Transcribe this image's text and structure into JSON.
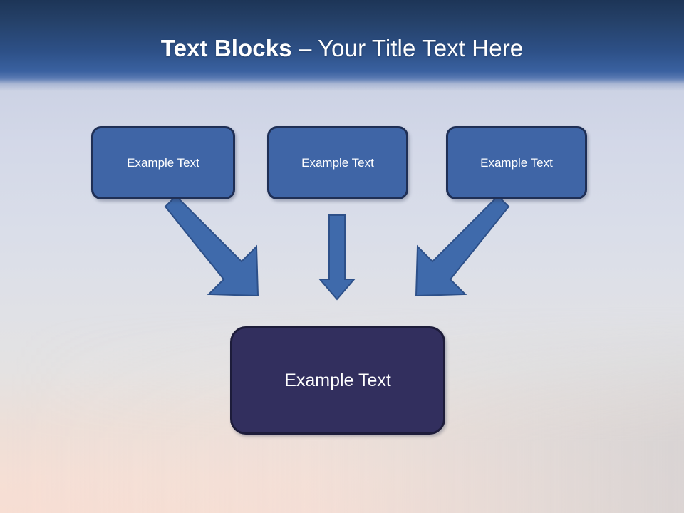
{
  "slide": {
    "title": {
      "bold_part": "Text Blocks ",
      "separator": "– ",
      "light_part": "Your Title Text Here",
      "full": "Text Blocks – Your Title Text Here"
    },
    "theme": {
      "header_dark": "#1d3557",
      "header_light": "#3a61a0",
      "box_fill": "#3f65a6",
      "box_border": "#1f2f55",
      "result_fill": "#322f5e",
      "result_border": "#1d1c3a",
      "arrow_fill": "#3f6aab",
      "arrow_stroke": "#2d5089",
      "text_color": "#ffffff",
      "background_top": "#c9d0e4",
      "background_bottom": "#f7ded3"
    }
  },
  "diagram": {
    "type": "convergence",
    "source_boxes": [
      {
        "id": "box1",
        "label": "Example Text"
      },
      {
        "id": "box2",
        "label": "Example Text"
      },
      {
        "id": "box3",
        "label": "Example Text"
      }
    ],
    "result_box": {
      "id": "box4",
      "label": "Example Text"
    },
    "arrows": [
      {
        "id": "arrow-left",
        "direction": "down-right",
        "from": "box1",
        "to": "box4"
      },
      {
        "id": "arrow-center",
        "direction": "down",
        "from": "box2",
        "to": "box4"
      },
      {
        "id": "arrow-right",
        "direction": "down-left",
        "from": "box3",
        "to": "box4"
      }
    ]
  }
}
